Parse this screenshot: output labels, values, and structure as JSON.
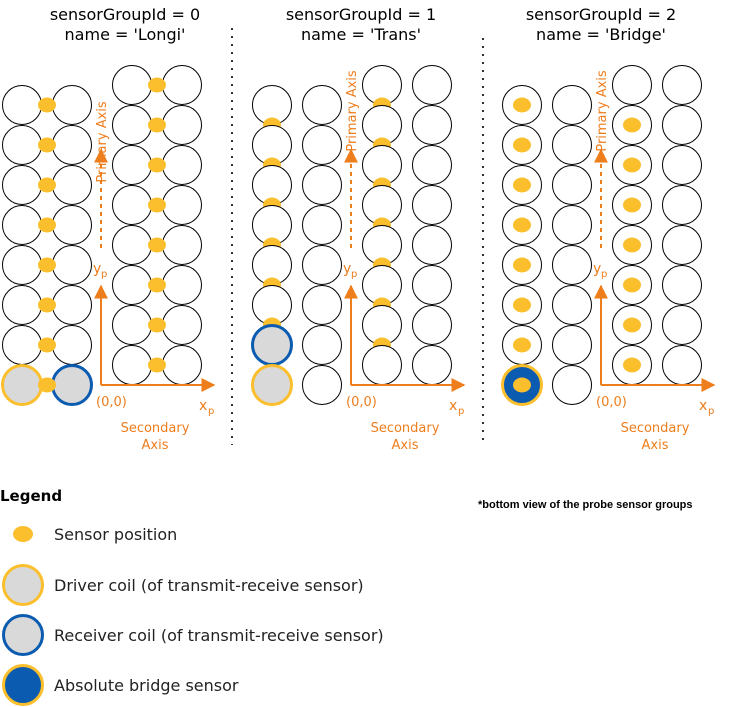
{
  "groups": [
    {
      "title1": "sensorGroupId = 0",
      "title2": "name = 'Longi'"
    },
    {
      "title1": "sensorGroupId = 1",
      "title2": "name = 'Trans'"
    },
    {
      "title1": "sensorGroupId = 2",
      "title2": "name = 'Bridge'"
    }
  ],
  "axes": {
    "primary": "Primary Axis",
    "secondary_line1": "Secondary",
    "secondary_line2": "Axis",
    "origin": "(0,0)",
    "y_symbol": "y",
    "x_symbol": "x",
    "subscript": "p"
  },
  "legend": {
    "title": "Legend",
    "note": "*bottom view of the probe sensor groups",
    "items": [
      {
        "label": "Sensor position"
      },
      {
        "label": "Driver coil (of transmit-receive sensor)"
      },
      {
        "label": "Receiver coil (of transmit-receive sensor)"
      },
      {
        "label": "Absolute bridge  sensor"
      }
    ]
  },
  "colors": {
    "sensor": "#fbbf2d",
    "driver_fill": "#d9d9d9",
    "driver_stroke": "#fbbf2d",
    "receiver_stroke": "#0b5cb0",
    "bridge_fill": "#0b5cb0",
    "axis": "#ee7d1c"
  }
}
